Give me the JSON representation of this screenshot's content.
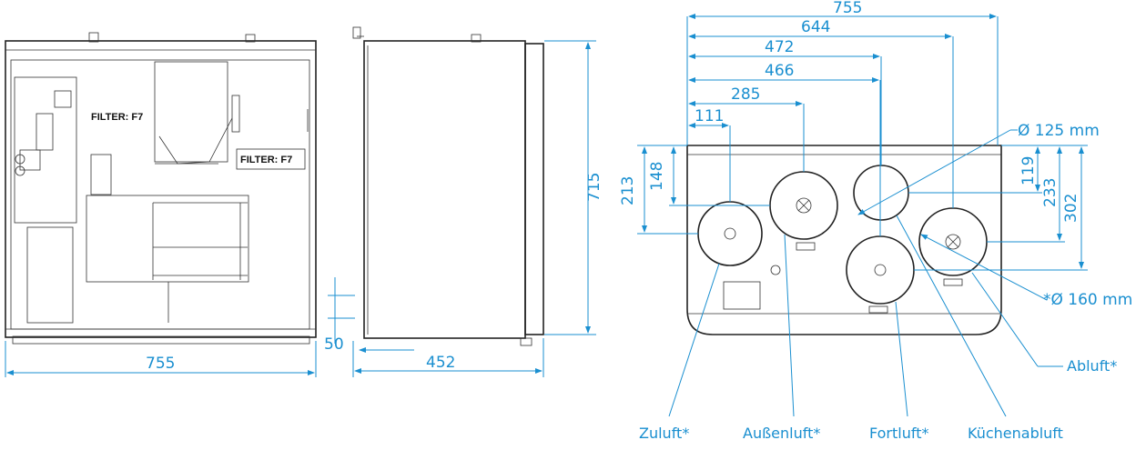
{
  "front_view": {
    "filter_label_1": "FILTER: F7",
    "filter_label_2": "FILTER: F7",
    "width_dim": "755"
  },
  "side_view": {
    "height_dim": "715",
    "depth_dim": "452",
    "foot_dim": "50"
  },
  "top_view": {
    "width_dims": [
      "755",
      "644",
      "472",
      "466",
      "285",
      "111"
    ],
    "left_dims": [
      "213",
      "148"
    ],
    "right_dims": [
      "119",
      "233",
      "302"
    ],
    "diameter_small": "Ø 125 mm",
    "diameter_large": "*Ø 160 mm",
    "port_labels": [
      "Zuluft*",
      "Außenluft*",
      "Fortluft*",
      "Küchenabluft",
      "Abluft*"
    ]
  },
  "colors": {
    "dimension": "#1a8fd0",
    "outline": "#222222"
  }
}
